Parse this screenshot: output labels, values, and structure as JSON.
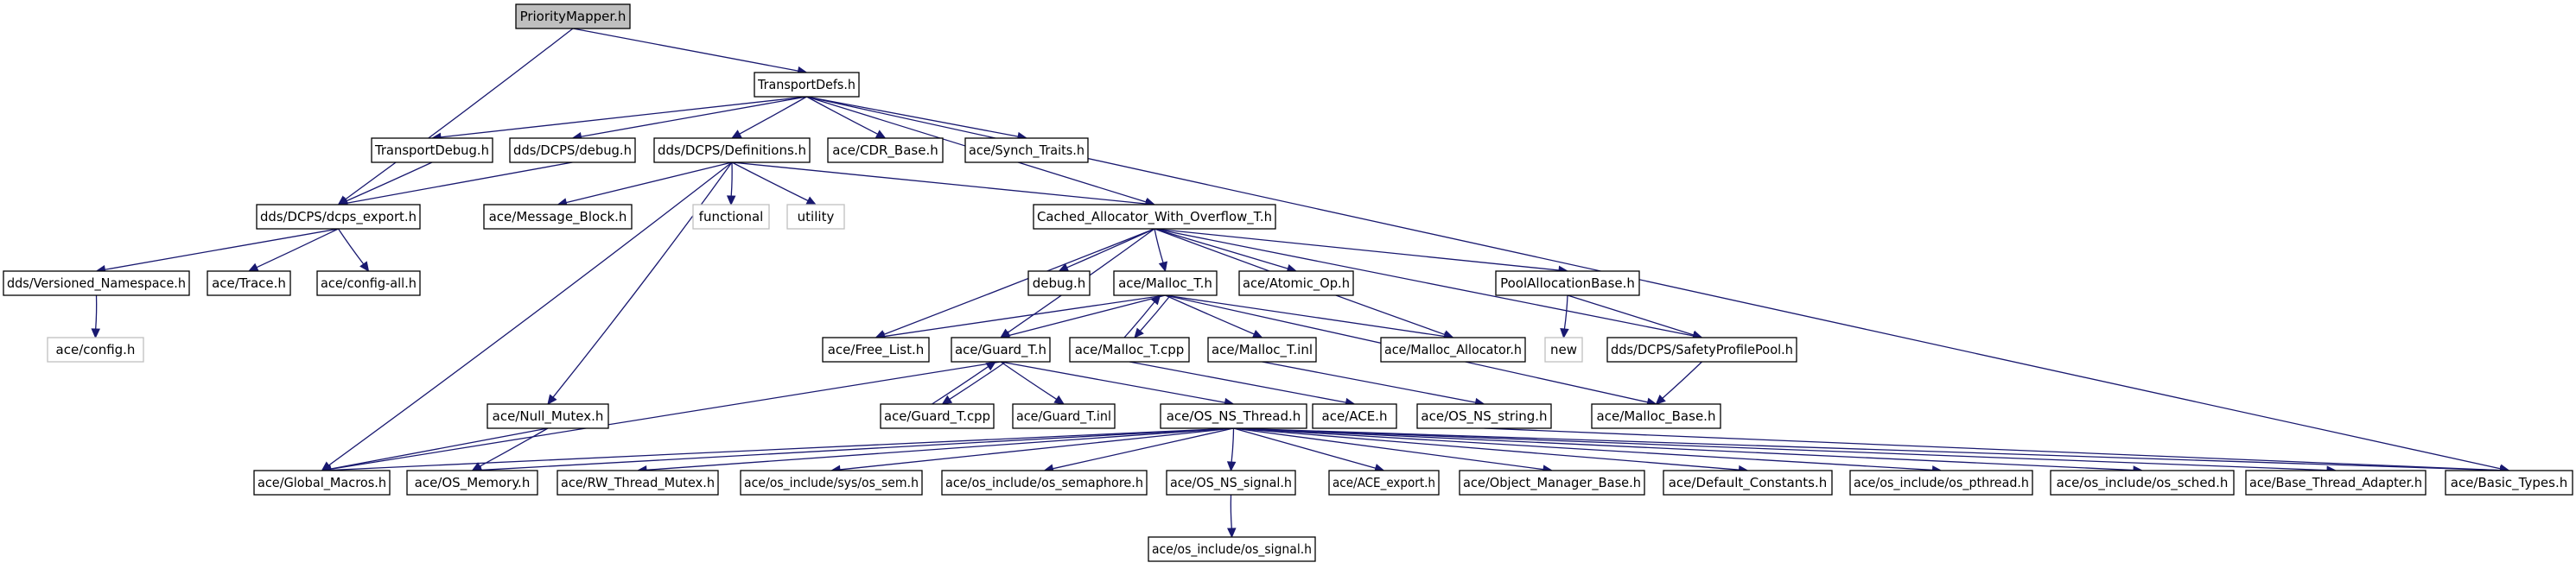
{
  "diagram": {
    "type": "include-dependency-graph",
    "colors": {
      "edge": "#191970",
      "node_border": "#000000",
      "node_fill": "#ffffff",
      "root_fill": "#bfbfbf",
      "missing_border": "#bfbfbf"
    },
    "nodes": {
      "PriorityMapper": "PriorityMapper.h",
      "TransportDefs": "TransportDefs.h",
      "TransportDebug": "TransportDebug.h",
      "dcps_debug": "dds/DCPS/debug.h",
      "dcps_definitions": "dds/DCPS/Definitions.h",
      "cdr_base": "ace/CDR_Base.h",
      "synch_traits": "ace/Synch_Traits.h",
      "dcps_export": "dds/DCPS/dcps_export.h",
      "message_block": "ace/Message_Block.h",
      "functional": "functional",
      "utility": "utility",
      "cached_allocator": "Cached_Allocator_With_Overflow_T.h",
      "versioned_namespace": "dds/Versioned_Namespace.h",
      "ace_trace": "ace/Trace.h",
      "config_all": "ace/config-all.h",
      "ace_config": "ace/config.h",
      "debug_h": "debug.h",
      "malloc_t_h": "ace/Malloc_T.h",
      "atomic_op": "ace/Atomic_Op.h",
      "pool_allocation_base": "PoolAllocationBase.h",
      "free_list": "ace/Free_List.h",
      "guard_t_h": "ace/Guard_T.h",
      "malloc_t_cpp": "ace/Malloc_T.cpp",
      "malloc_t_inl": "ace/Malloc_T.inl",
      "malloc_allocator": "ace/Malloc_Allocator.h",
      "new": "new",
      "safety_profile_pool": "dds/DCPS/SafetyProfilePool.h",
      "null_mutex": "ace/Null_Mutex.h",
      "guard_t_cpp": "ace/Guard_T.cpp",
      "guard_t_inl": "ace/Guard_T.inl",
      "os_ns_thread": "ace/OS_NS_Thread.h",
      "ace_h": "ace/ACE.h",
      "os_ns_string": "ace/OS_NS_string.h",
      "malloc_base": "ace/Malloc_Base.h",
      "global_macros": "ace/Global_Macros.h",
      "os_memory": "ace/OS_Memory.h",
      "rw_thread_mutex": "ace/RW_Thread_Mutex.h",
      "os_sem": "ace/os_include/sys/os_sem.h",
      "os_semaphore": "ace/os_include/os_semaphore.h",
      "os_ns_signal": "ace/OS_NS_signal.h",
      "ace_export": "ace/ACE_export.h",
      "object_manager_base": "ace/Object_Manager_Base.h",
      "default_constants": "ace/Default_Constants.h",
      "os_pthread": "ace/os_include/os_pthread.h",
      "os_sched": "ace/os_include/os_sched.h",
      "base_thread_adapter": "ace/Base_Thread_Adapter.h",
      "basic_types": "ace/Basic_Types.h",
      "os_signal": "ace/os_include/os_signal.h"
    }
  }
}
